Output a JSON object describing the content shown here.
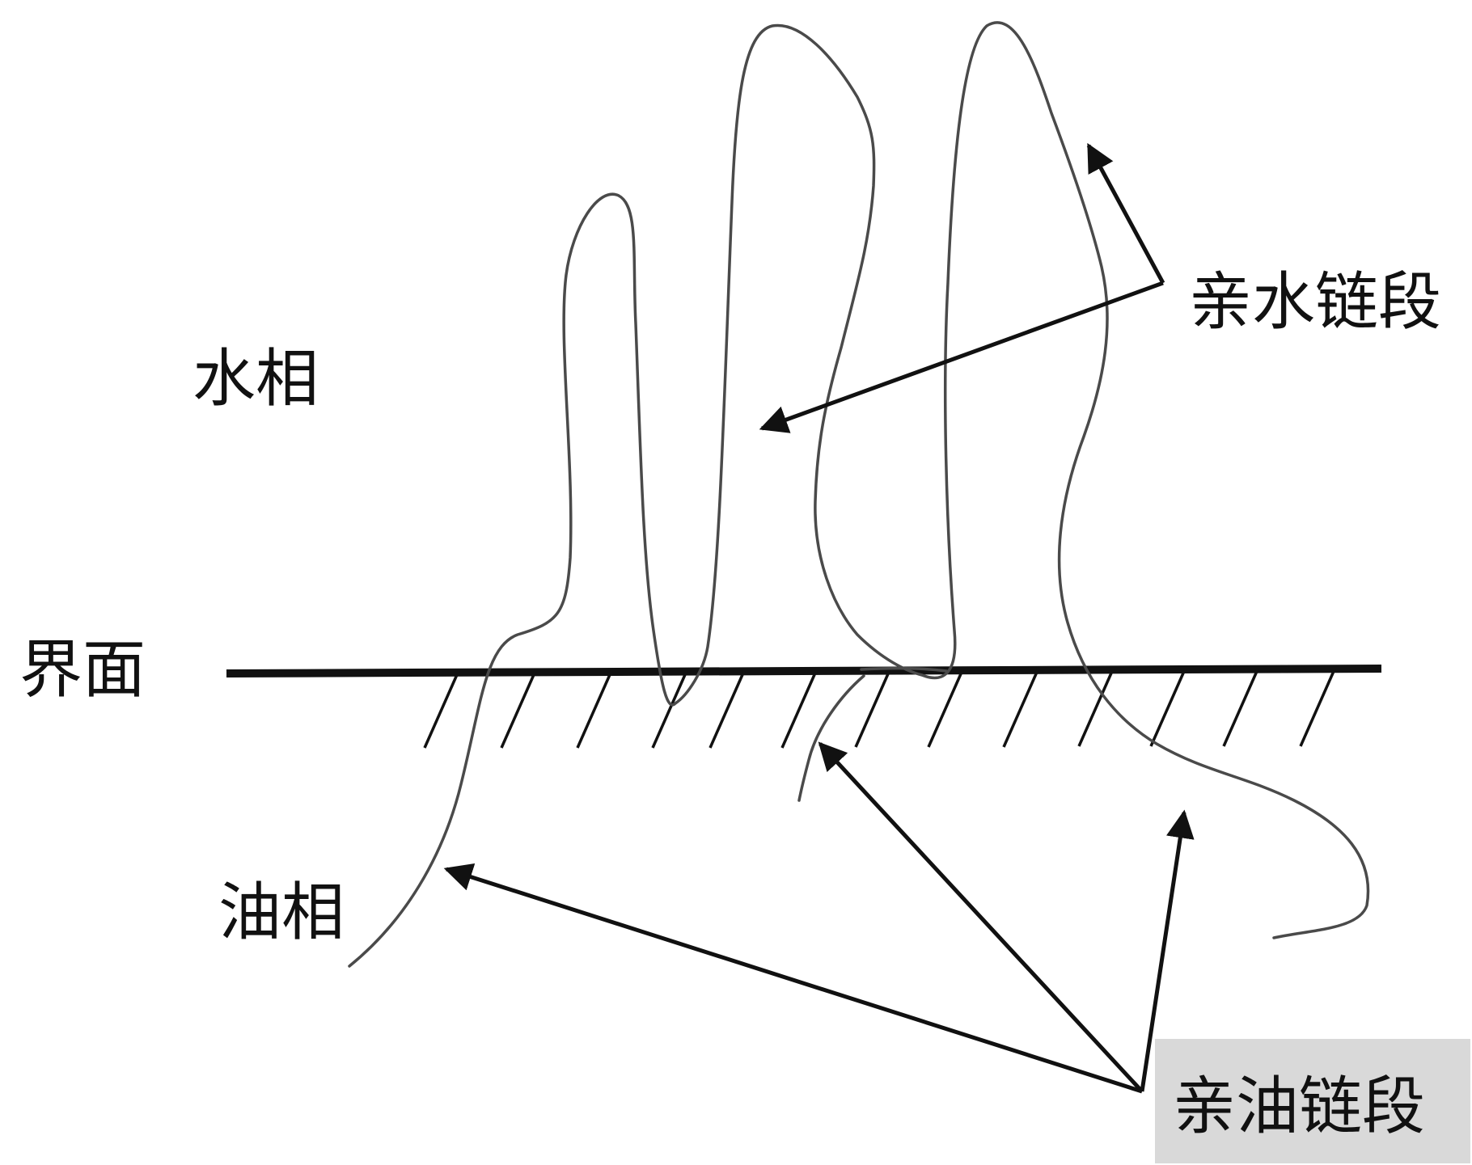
{
  "labels": {
    "water_phase": "水相",
    "interface": "界面",
    "oil_phase": "油相",
    "hydrophilic_segment": "亲水链段",
    "lipophilic_segment": "亲油链段"
  },
  "colors": {
    "background": "#ffffff",
    "line": "#111111",
    "chain": "#4a4a4a",
    "lipophilic_box": "#d9d9d9"
  }
}
